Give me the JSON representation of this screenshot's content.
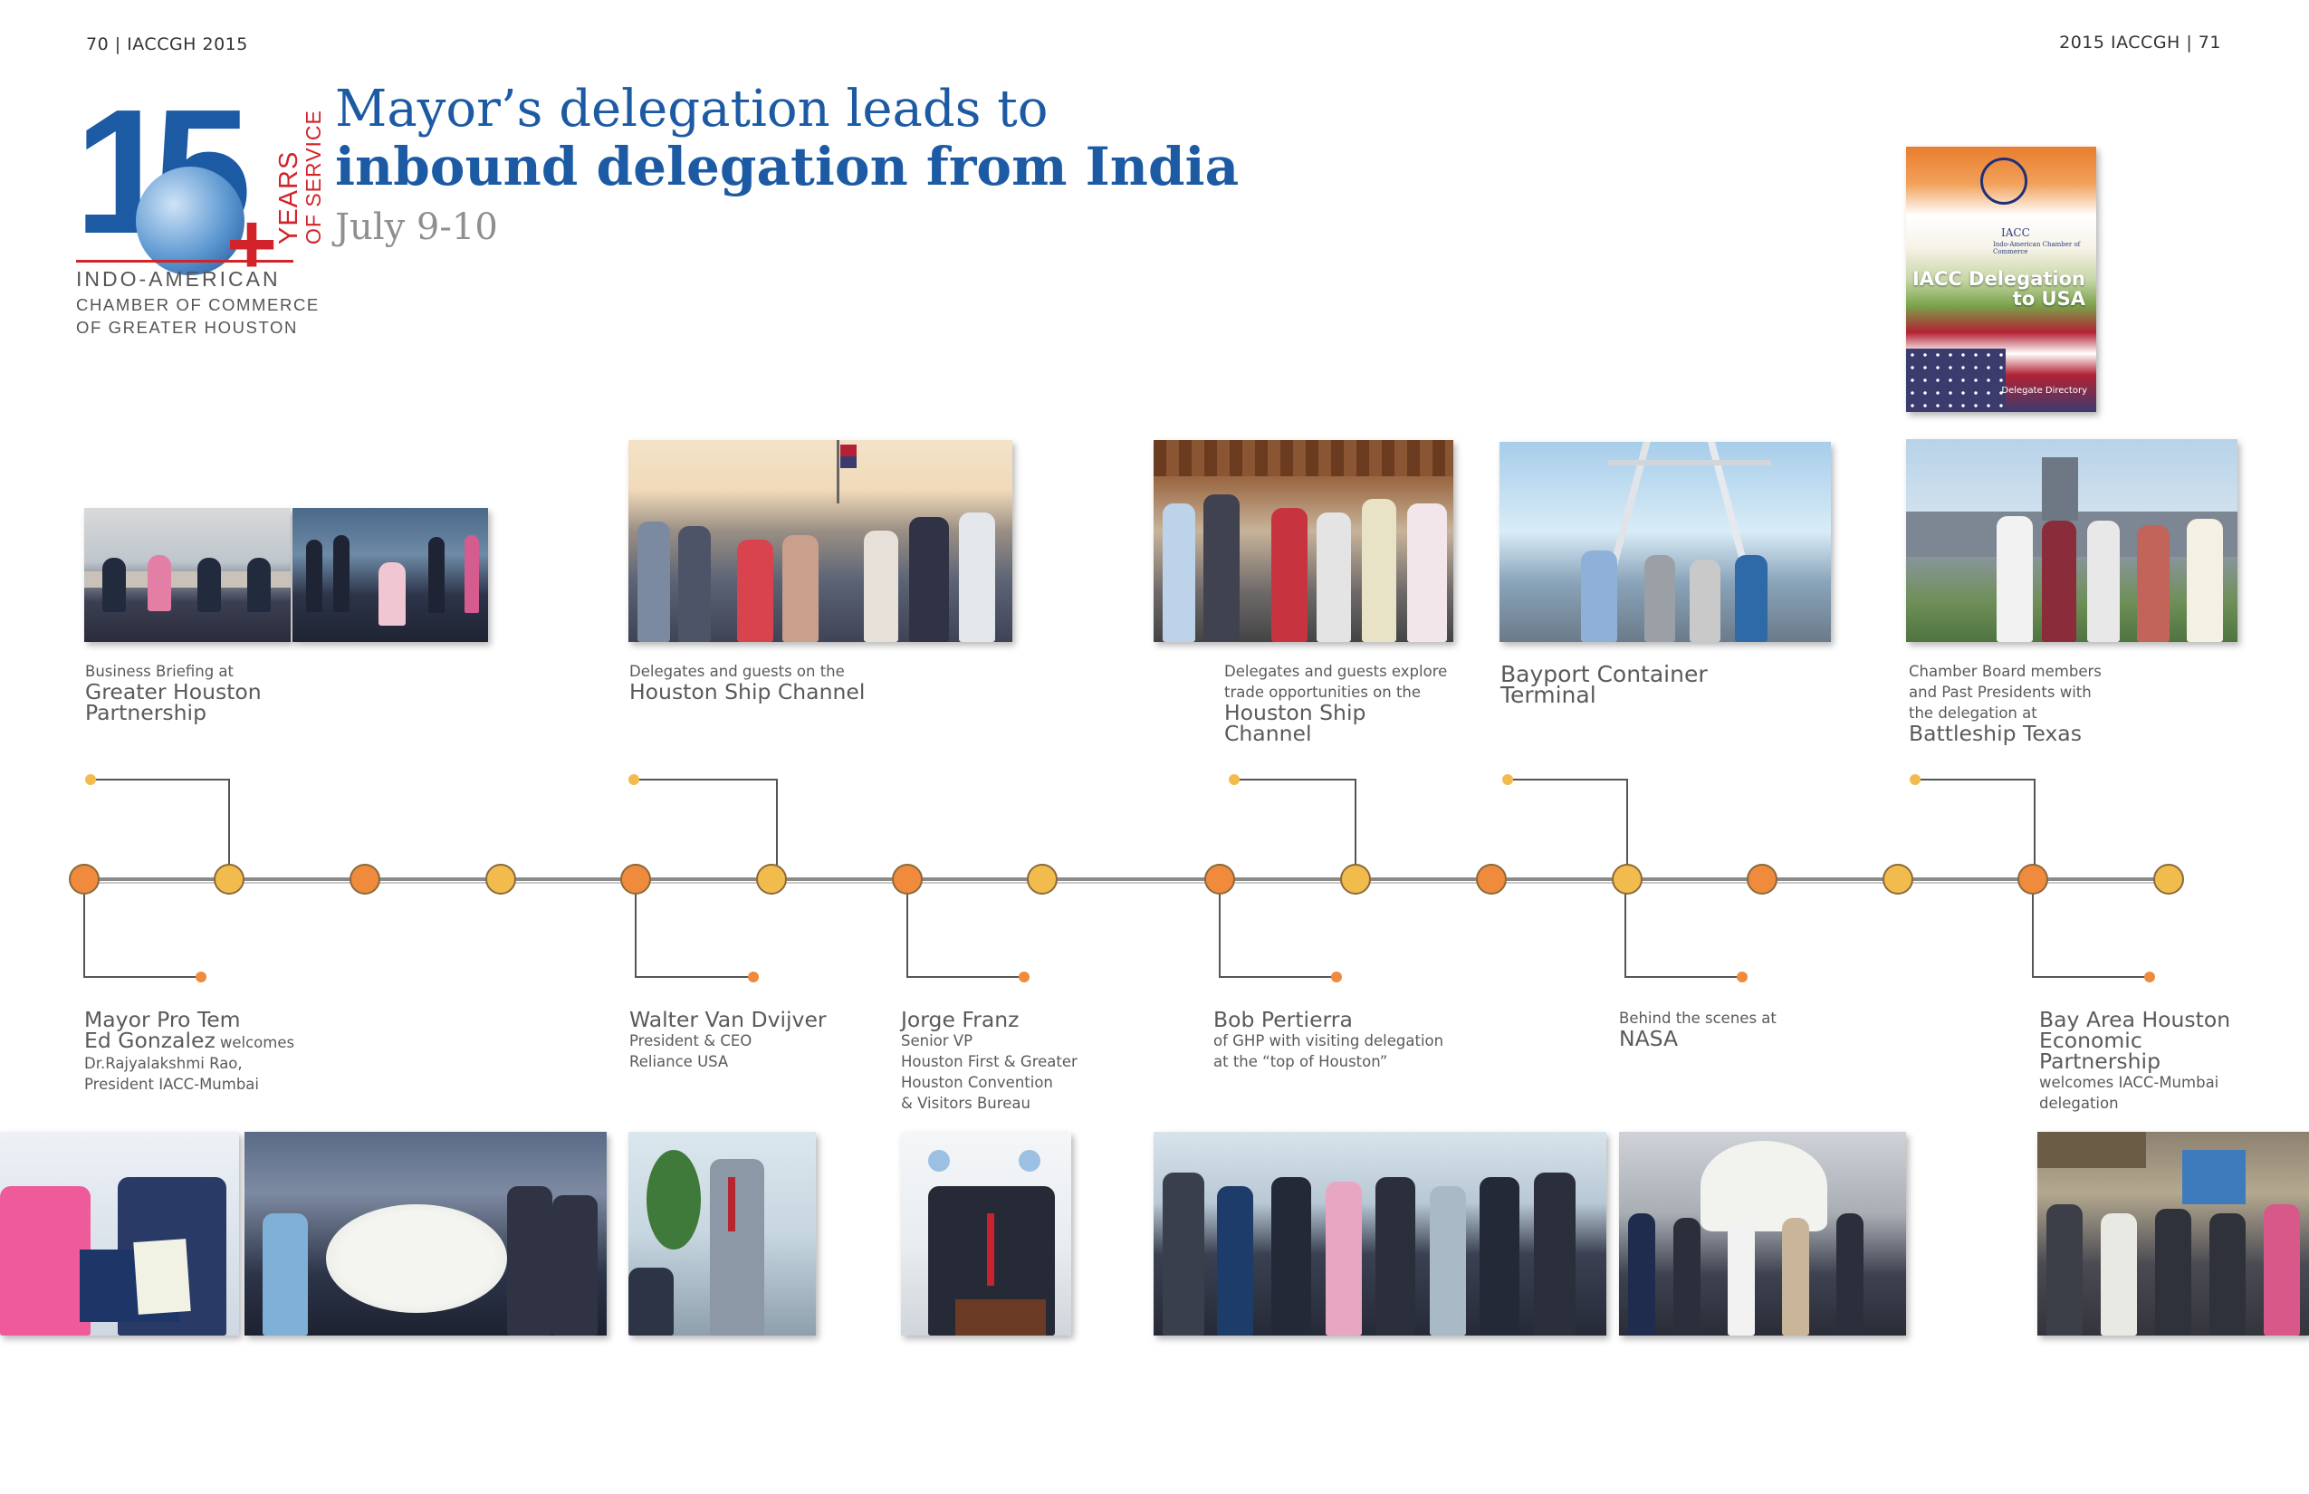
{
  "folio": {
    "left": "70 | IACCGH 2015",
    "right": "2015 IACCGH | 71"
  },
  "logo": {
    "numeral": "15",
    "plus": "+",
    "years": "YEARS",
    "service": "OF SERVICE",
    "org_line1": "INDO-AMERICAN",
    "org_line2": "CHAMBER OF COMMERCE",
    "org_line3": "OF GREATER HOUSTON"
  },
  "title": {
    "line1": "Mayor’s delegation leads to",
    "line2": "inbound delegation from India",
    "date": "July 9-10"
  },
  "booklet": {
    "org": "IACC",
    "org_sub": "Indo-American Chamber of Commerce",
    "title_line1": "IACC Delegation",
    "title_line2": "to USA",
    "footer": "Delegate Directory"
  },
  "captions_top": [
    {
      "pre": "Business Briefing at",
      "bold": [
        "Greater Houston",
        "Partnership"
      ],
      "post": []
    },
    {
      "pre": "Delegates and guests on the",
      "bold": [
        "Houston Ship Channel"
      ],
      "post": []
    },
    {
      "pre_lines": [
        "Delegates and guests explore",
        "trade opportunities on the"
      ],
      "bold": [
        "Houston Ship",
        "Channel"
      ],
      "post": []
    },
    {
      "pre": "",
      "bold": [
        "Bayport Container",
        "Terminal"
      ],
      "post": []
    },
    {
      "pre_lines": [
        "Chamber Board members",
        "and Past Presidents with",
        "the delegation at"
      ],
      "bold": [
        "Battleship Texas"
      ],
      "post": []
    }
  ],
  "captions_bottom": [
    {
      "bold": [
        "Mayor Pro Tem",
        "Ed Gonzalez"
      ],
      "inline": "welcomes",
      "post": [
        "Dr.Rajyalakshmi Rao,",
        "President IACC-Mumbai"
      ]
    },
    {
      "bold": [
        "Walter Van Dvijver"
      ],
      "post": [
        "President & CEO",
        "Reliance USA"
      ]
    },
    {
      "bold": [
        "Jorge Franz"
      ],
      "post": [
        "Senior VP",
        "Houston First & Greater",
        "Houston Convention",
        "& Visitors Bureau"
      ]
    },
    {
      "bold": [
        "Bob Pertierra"
      ],
      "post": [
        "of GHP with visiting delegation",
        "at the “top of Houston”"
      ]
    },
    {
      "pre": "Behind the scenes at",
      "bold": [
        "NASA"
      ],
      "post": []
    },
    {
      "bold": [
        "Bay Area Houston",
        "Economic",
        "Partnership"
      ],
      "post": [
        "welcomes IACC-Mumbai",
        "delegation"
      ]
    }
  ],
  "colors": {
    "brand_blue": "#1c5aa3",
    "brand_red": "#d2232a",
    "timeline_orange": "#f08a3c",
    "timeline_gold": "#f2bb4d",
    "timeline_line": "#8a8a8a"
  }
}
